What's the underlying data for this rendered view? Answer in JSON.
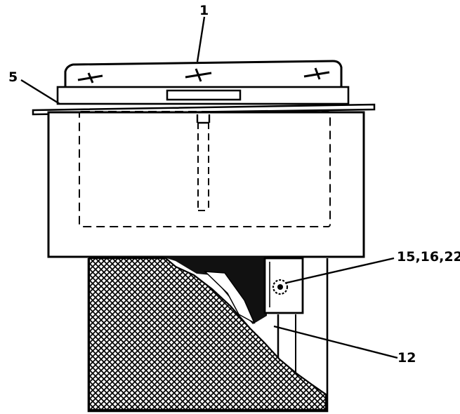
{
  "diagram": {
    "callouts": {
      "c1": "1",
      "c5": "5",
      "c15": "15,16,22",
      "c12": "12"
    },
    "colors": {
      "ink": "#000000",
      "paper": "#ffffff"
    }
  }
}
